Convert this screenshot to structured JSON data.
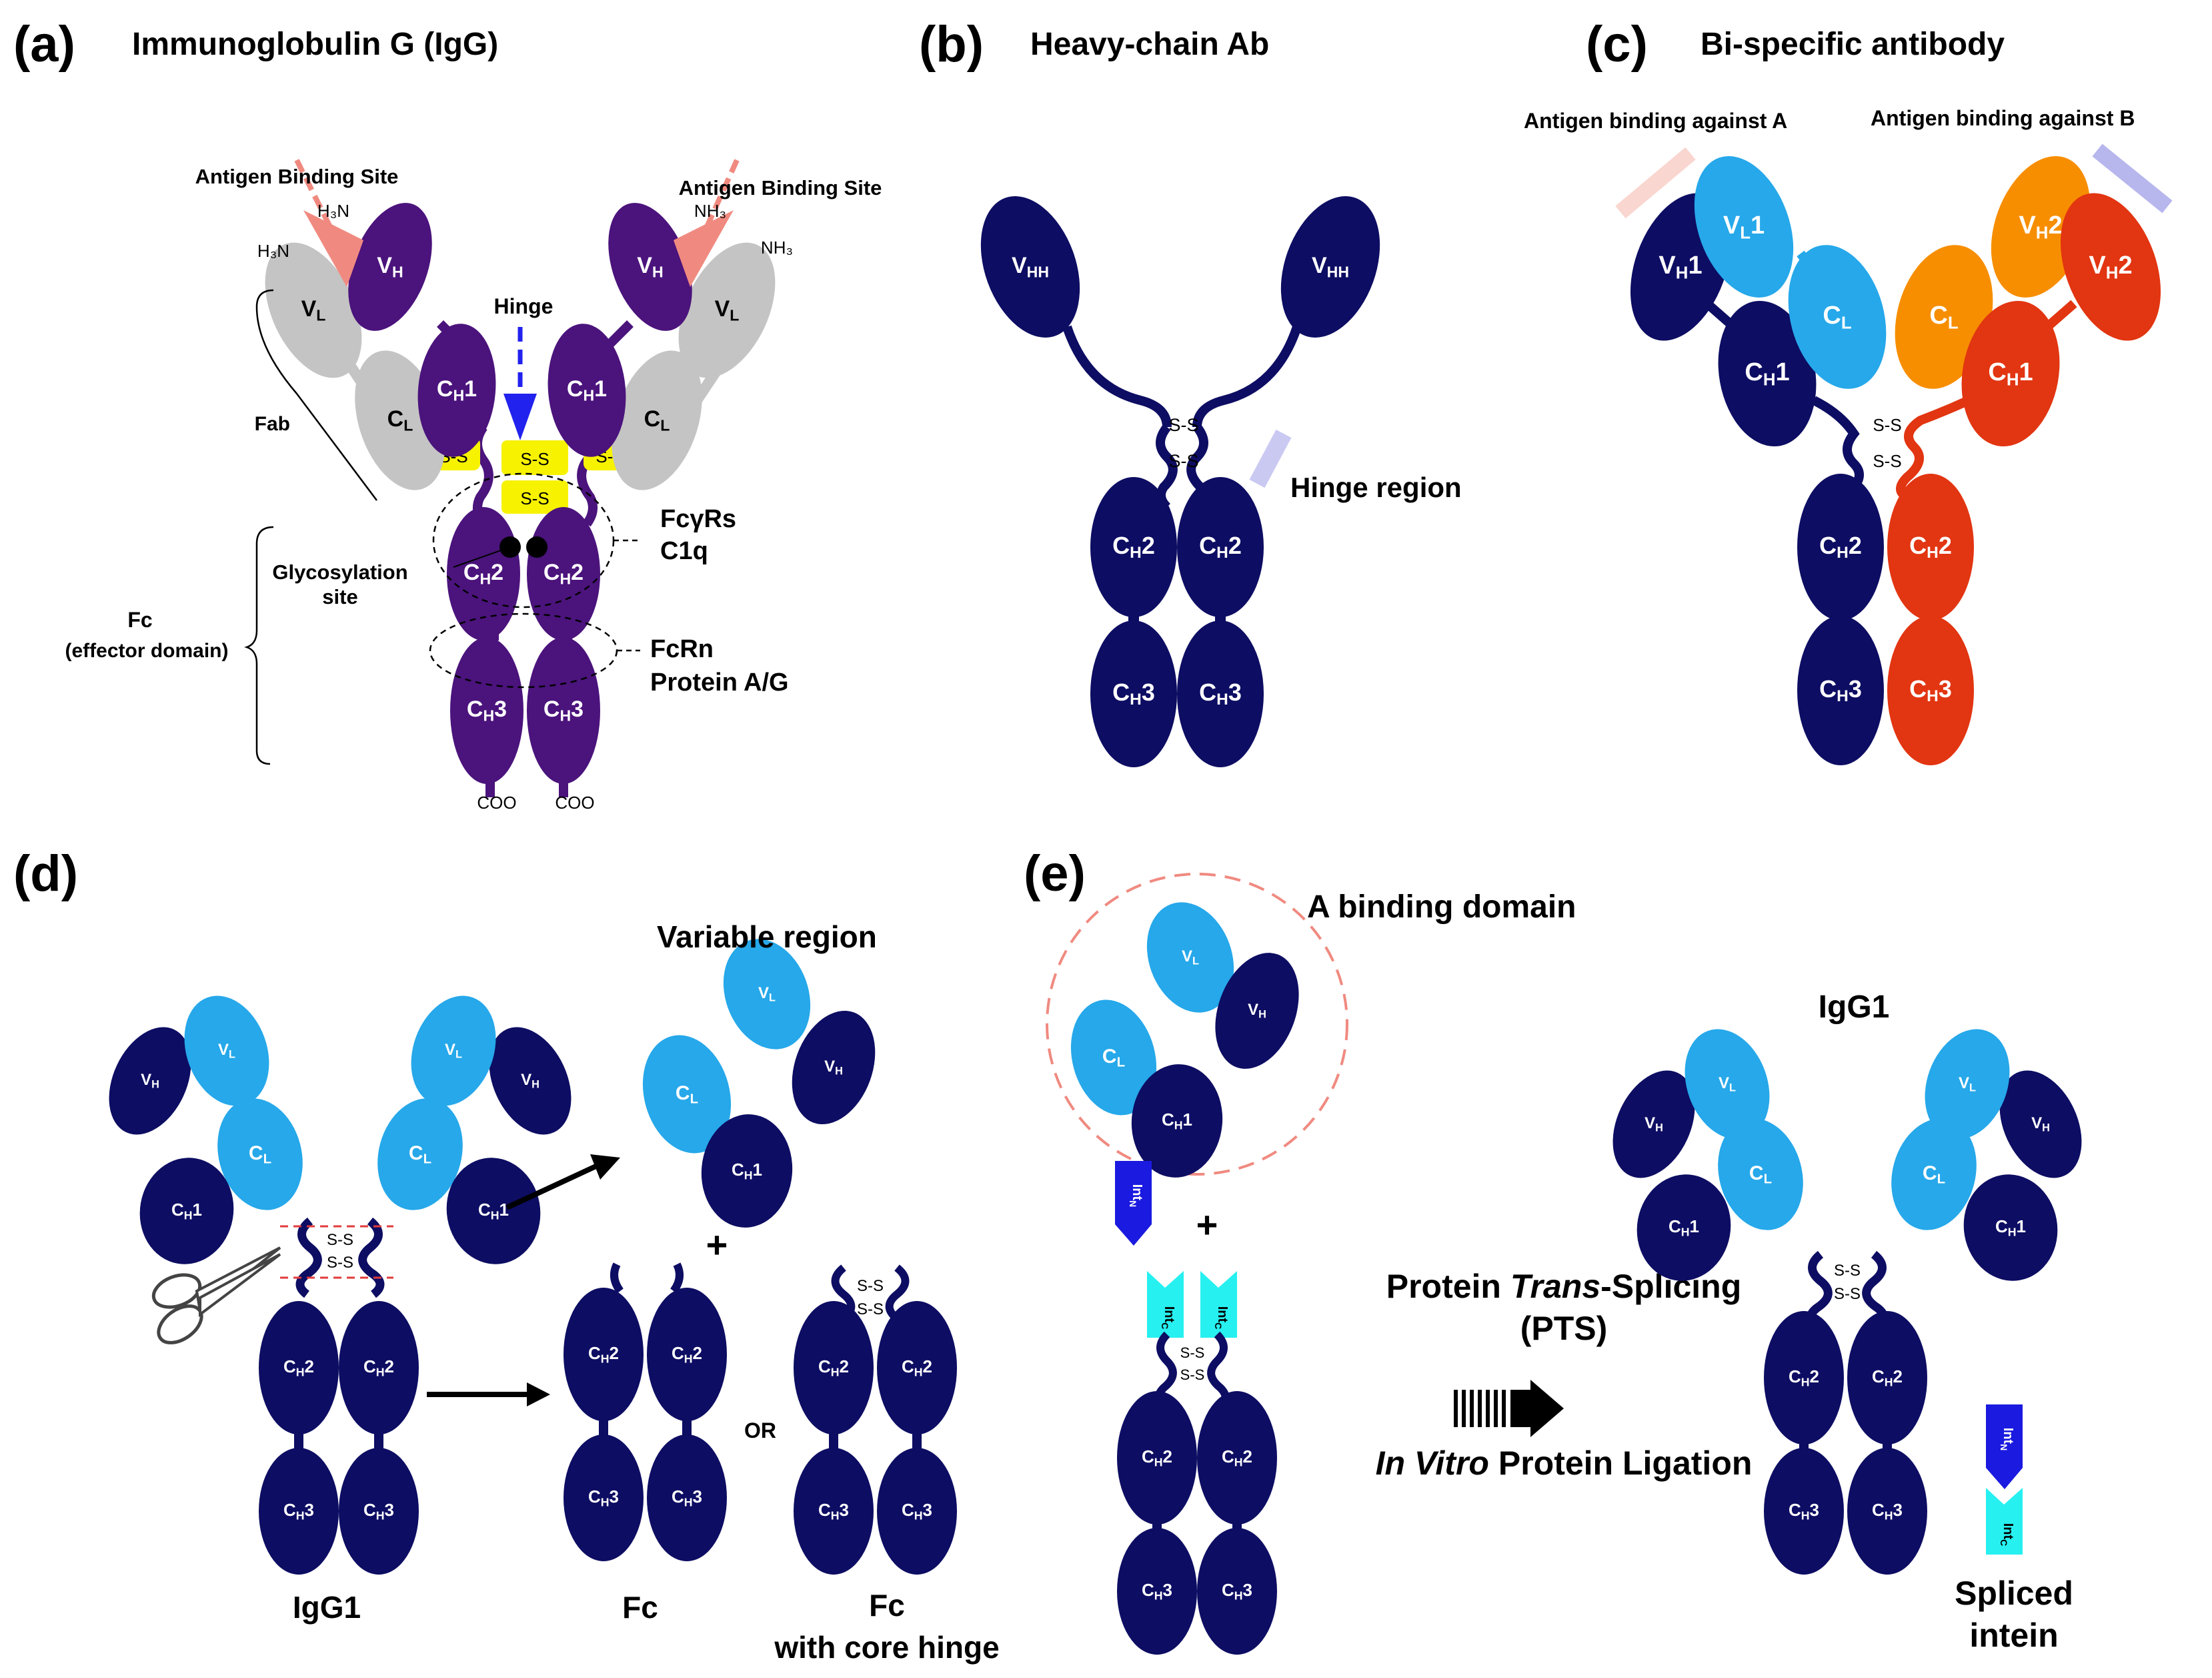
{
  "colors": {
    "navy": "#0d0d63",
    "purple": "#4b137c",
    "gray": "#c4c4c4",
    "yellow": "#f7f200",
    "lightblue": "#26a8ea",
    "orange": "#f78e00",
    "red": "#e23511",
    "cyan": "#27f0f0",
    "blue": "#1a1ae0",
    "salmon": "#f08a80",
    "pink": "#f7c9c0",
    "lavender": "#9f9ee8",
    "hingeblue": "#2222ee"
  },
  "panels": {
    "a": {
      "letter": "(a)",
      "title": "Immunoglobulin G (IgG)",
      "antigen_site_left": "Antigen Binding Site",
      "antigen_site_right": "Antigen Binding  Site",
      "hinge": "Hinge",
      "fab": "Fab",
      "fc": "Fc",
      "fc_sub": "(effector domain)",
      "glyco1": "Glycosylation",
      "glyco2": "site",
      "fcgr": "FcγRs",
      "c1q": "C1q",
      "fcrn": "FcRn",
      "proteinag": "Protein A/G",
      "ss": "S-S",
      "coo": "COO",
      "h3n": "H₃N",
      "nh3": "NH₃",
      "vh_main": "V",
      "vh_sub": "H",
      "vl_main": "V",
      "vl_sub": "L",
      "ch1_main": "C",
      "ch1_sub": "H",
      "ch1_suf": "1",
      "cl_main": "C",
      "cl_sub": "L",
      "ch2_main": "C",
      "ch2_sub": "H",
      "ch2_suf": "2",
      "ch3_main": "C",
      "ch3_sub": "H",
      "ch3_suf": "3"
    },
    "b": {
      "letter": "(b)",
      "title": "Heavy-chain  Ab",
      "hinge_region": "Hinge region",
      "vhh_main": "V",
      "vhh_sub": "HH"
    },
    "c": {
      "letter": "(c)",
      "title": "Bi-specific antibody",
      "against_a": "Antigen binding against  A",
      "against_b": "Antigen binding against  B",
      "suf1": "1",
      "suf2": "2"
    },
    "d": {
      "letter": "(d)",
      "variable_region": "Variable region",
      "igg1": "IgG1",
      "fc": "Fc",
      "fc_hinge1": "Fc",
      "fc_hinge2": "with core hinge",
      "or": "OR",
      "plus": "+"
    },
    "e": {
      "letter": "(e)",
      "a_binding": "A binding domain",
      "igg1": "IgG1",
      "pts1": "Protein ",
      "pts1_italic": "Trans",
      "pts1_end": "-Splicing",
      "pts2": "(PTS)",
      "ligation_italic": "In Vitro",
      "ligation_rest": " Protein Ligation",
      "spliced1": "Spliced",
      "spliced2": "intein",
      "int_main": "Int",
      "int_n": "N",
      "int_c": "C",
      "plus": "+"
    }
  }
}
